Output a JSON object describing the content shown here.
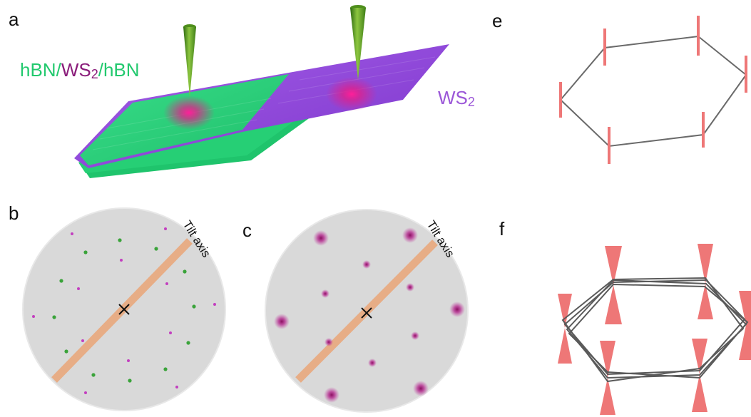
{
  "panels": {
    "a": "a",
    "b": "b",
    "c": "c",
    "e": "e",
    "f": "f"
  },
  "panel_a": {
    "heterostructure_label": {
      "part1": "hBN/",
      "part2": "WS",
      "sub": "2",
      "part3": "/hBN"
    },
    "monolayer_label": {
      "text": "WS",
      "sub": "2"
    }
  },
  "panel_b": {
    "tilt_axis_label": "Tilt axis"
  },
  "panel_c": {
    "tilt_axis_label": "Tilt axis"
  },
  "colors": {
    "green_sheet": "#27d37a",
    "purple_sheet": "#9b45e6",
    "tip": "#5a9a1e",
    "hotspot": "#e0208a",
    "label_green": "#22c96e",
    "label_purple": "#8a1c7a",
    "label_violet": "#9b57d8",
    "disk": "#d9d9d9",
    "axis": "#e7ad86",
    "green_dot": "#3aa33a",
    "magenta_dot": "#c23fbf",
    "spot": "#a0207f",
    "hexagon": "#6a6a6a",
    "marker": "#ee7777"
  }
}
